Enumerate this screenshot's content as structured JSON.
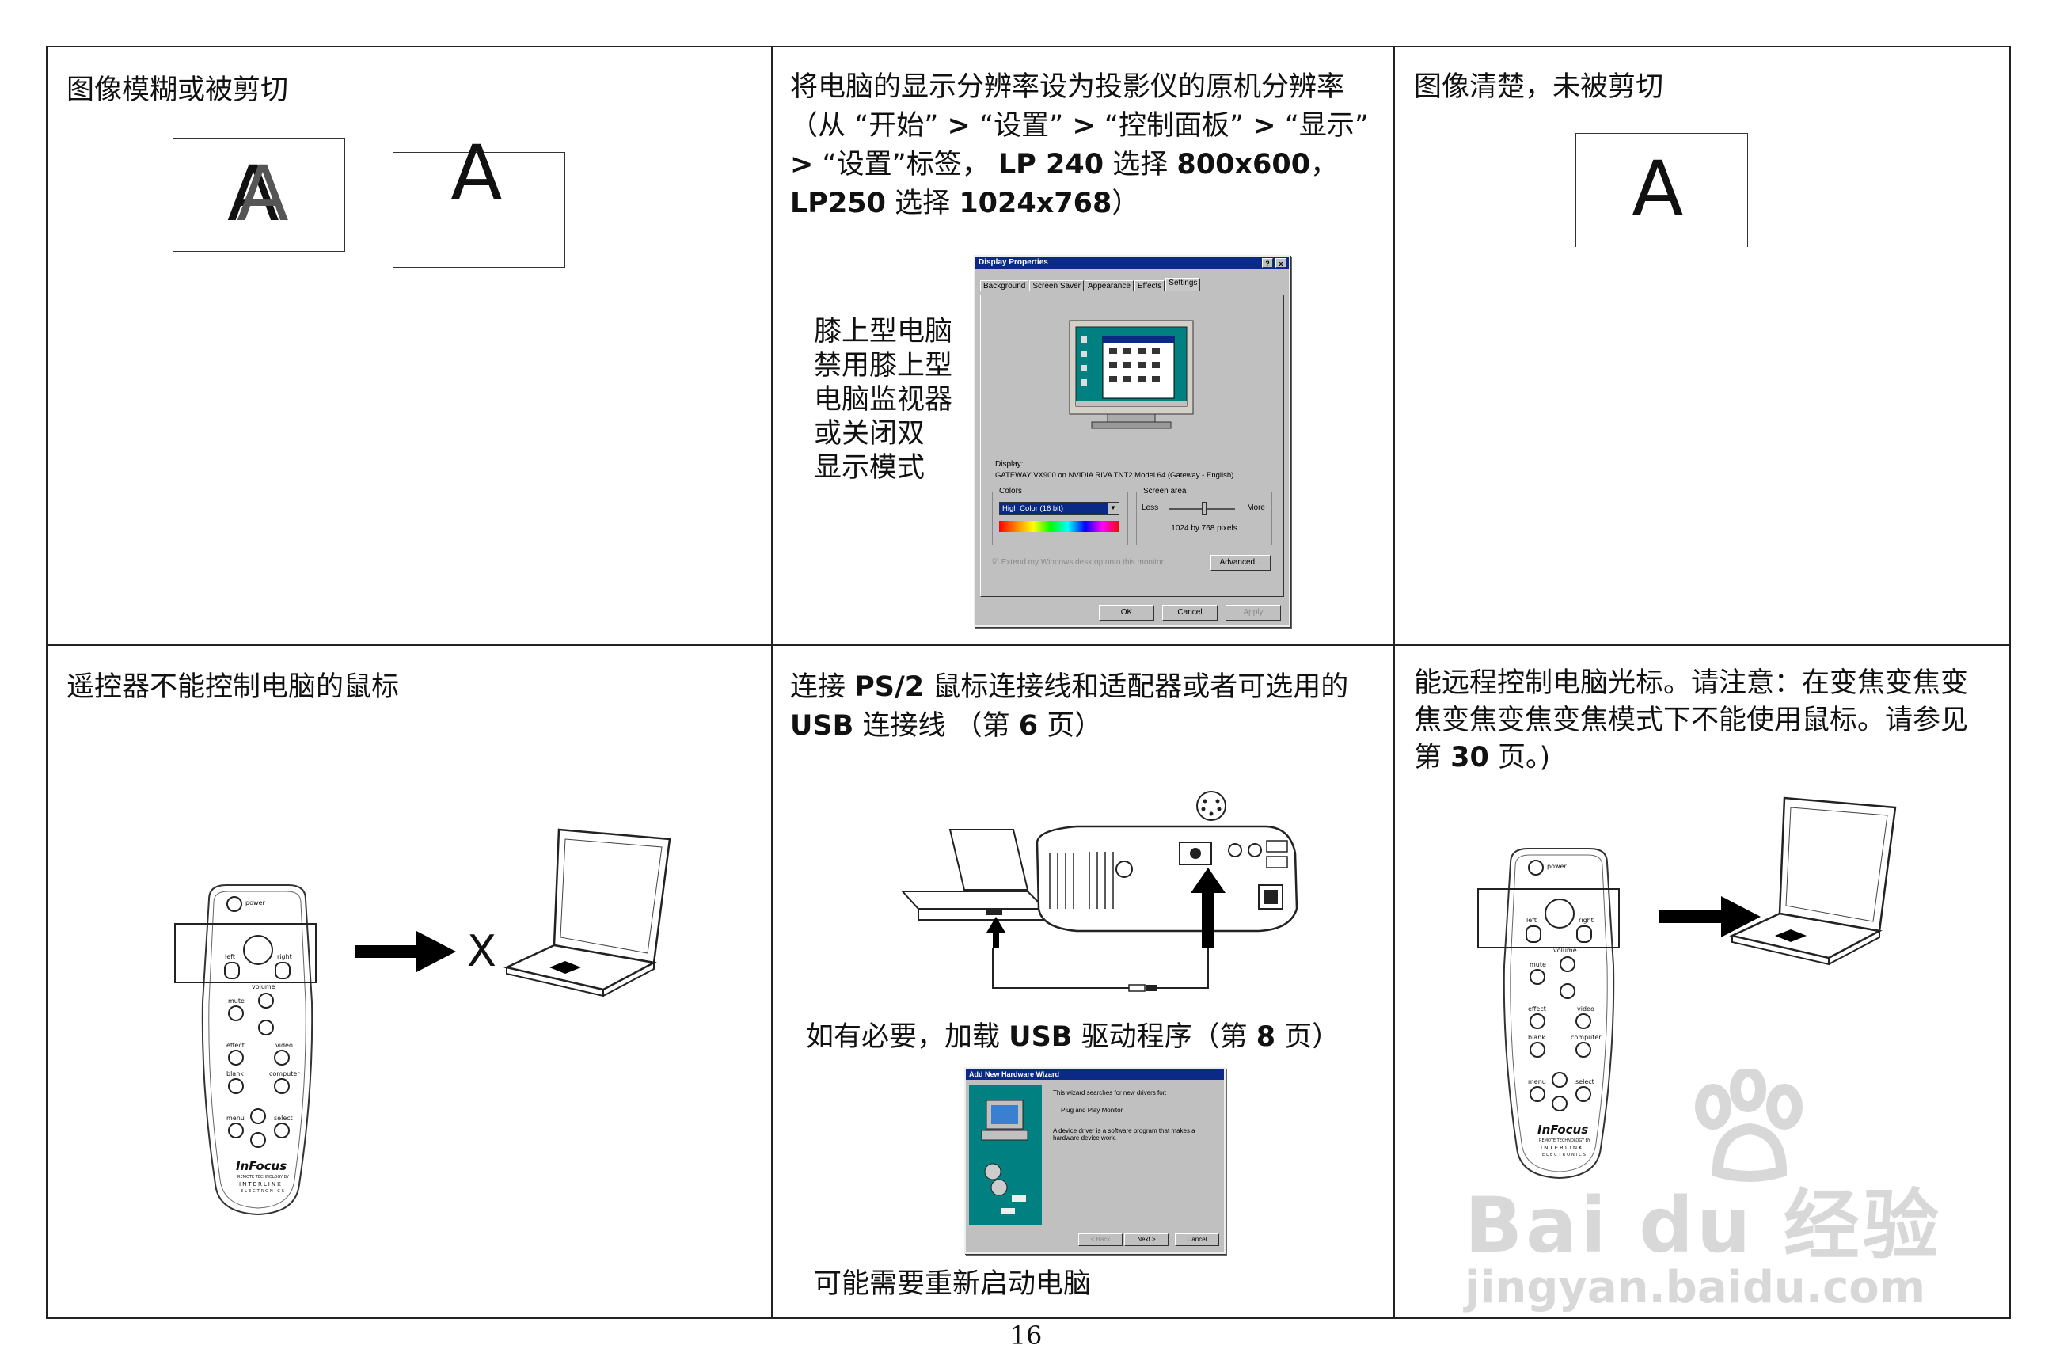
{
  "cells": {
    "r1c1": "图像模糊或被剪切",
    "r1c2": {
      "p1": "将电脑的显示分辨率设为投影仪的原机分辨率（从 “开始”",
      "gt": ">",
      "p2": "“设置”",
      "p3": "“控制面板”",
      "p4": "“显示”",
      "p5": "“设置”标签，",
      "m1": "LP 240",
      "p6": "选择",
      "m2": "800x600",
      "p7": "，",
      "m3": "LP250",
      "p8": "选择",
      "m4": "1024x768",
      "p9": "）"
    },
    "r1c2_side": [
      "膝上型电脑",
      "禁用膝上型",
      "电脑监视器",
      "或关闭双",
      "显示模式"
    ],
    "r1c3": "图像清楚，未被剪切",
    "r2c1": "遥控器不能控制电脑的鼠标",
    "r2c2": {
      "p1": "连接",
      "m1": "PS/2",
      "p2": "鼠标连接线和适配器或者可选用的",
      "m2": "USB",
      "p3": "连接线 （第",
      "m3": "6",
      "p4": "页）",
      "driver_p1": "如有必要，加载",
      "driver_m1": "USB",
      "driver_p2": "驱动程序（第",
      "driver_m2": "8",
      "driver_p3": "页）",
      "reboot": "可能需要重新启动电脑"
    },
    "r2c3": {
      "p1": "能远程控制电脑光标。请注意：在变焦变焦变焦变焦变焦变焦模式下不能使用鼠标。请参见第",
      "m1": "30",
      "p2": "页。)"
    }
  },
  "figures": {
    "letter": "A",
    "x_mark": "X"
  },
  "display_dialog": {
    "title": "Display Properties",
    "help_btn": "?",
    "close_btn": "x",
    "tabs": [
      "Background",
      "Screen Saver",
      "Appearance",
      "Effects",
      "Settings"
    ],
    "display_label": "Display:",
    "display_value": "GATEWAY VX900 on NVIDIA RIVA TNT2 Model 64 (Gateway - English)",
    "colors_label": "Colors",
    "colors_value": "High Color (16 bit)",
    "screen_area_label": "Screen area",
    "less": "Less",
    "more": "More",
    "resolution": "1024 by 768 pixels",
    "extend_checkbox": "Extend my Windows desktop onto this monitor.",
    "advanced": "Advanced...",
    "ok": "OK",
    "cancel": "Cancel",
    "apply": "Apply"
  },
  "hw_wizard": {
    "title": "Add New Hardware Wizard",
    "line1": "This wizard searches for new drivers for:",
    "line2": "Plug and Play Monitor",
    "line3": "A device driver is a software program that makes a hardware device work.",
    "back": "< Back",
    "next": "Next >",
    "cancel": "Cancel"
  },
  "remote": {
    "power": "power",
    "left": "left",
    "right": "right",
    "volume": "volume",
    "mute": "mute",
    "effect": "effect",
    "video": "video",
    "blank": "blank",
    "computer": "computer",
    "menu": "menu",
    "select": "select",
    "brand": "InFocus",
    "sub1": "REMOTE TECHNOLOGY BY",
    "sub2": "INTERLINK",
    "sub3": "ELECTRONICS"
  },
  "page_number": "16",
  "watermark": {
    "brand": "Bai du 经验",
    "url": "jingyan.baidu.com"
  },
  "colors": {
    "win_title": "#0b2a88",
    "win_face": "#c0c0c0",
    "desktop_teal": "#008080",
    "border": "#222222"
  }
}
